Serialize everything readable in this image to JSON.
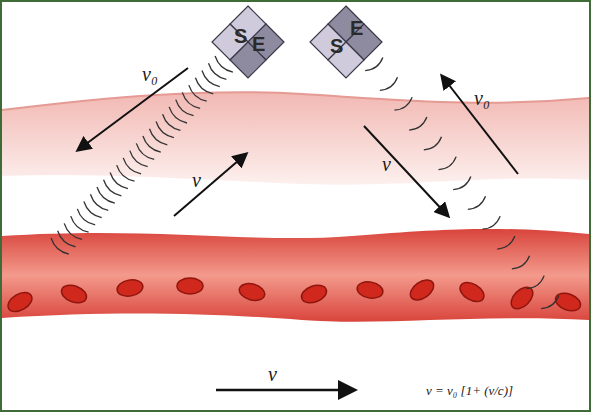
{
  "diagram": {
    "nodes": [
      {
        "text": [
          "S",
          "E"
        ]
      },
      {
        "text": [
          "S",
          "E"
        ]
      }
    ],
    "labels": [
      "ν₀",
      "ν",
      "ν₀",
      "ν",
      "v",
      "ν = ν₀ [1+ (v/c)]"
    ]
  }
}
